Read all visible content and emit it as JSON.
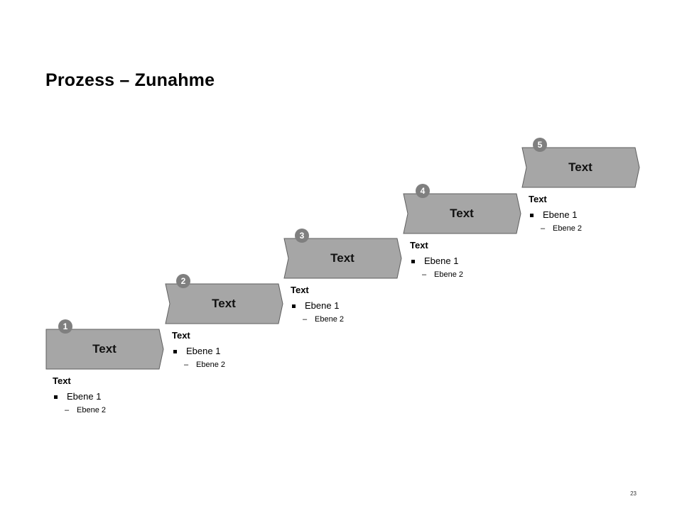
{
  "title": "Prozess – Zunahme",
  "colors": {
    "chevron_fill": "#a6a6a6",
    "chevron_stroke": "#5f5f5f",
    "badge_fill": "#7f7f7f",
    "badge_text": "#ffffff"
  },
  "steps": [
    {
      "number": "1",
      "label": "Text",
      "heading": "Text",
      "level1": "Ebene 1",
      "level2": "Ebene 2"
    },
    {
      "number": "2",
      "label": "Text",
      "heading": "Text",
      "level1": "Ebene 1",
      "level2": "Ebene 2"
    },
    {
      "number": "3",
      "label": "Text",
      "heading": "Text",
      "level1": "Ebene 1",
      "level2": "Ebene 2"
    },
    {
      "number": "4",
      "label": "Text",
      "heading": "Text",
      "level1": "Ebene 1",
      "level2": "Ebene 2"
    },
    {
      "number": "5",
      "label": "Text",
      "heading": "Text",
      "level1": "Ebene 1",
      "level2": "Ebene 2"
    }
  ],
  "level2_marker": "–",
  "page_number": "23"
}
